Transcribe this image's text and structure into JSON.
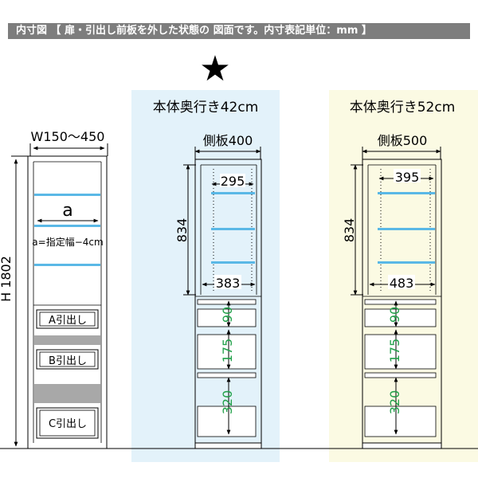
{
  "header": {
    "title": "内寸図 【 扉・引出し前板を外した状態の 図面です。内寸表記単位：mm 】"
  },
  "star": "★",
  "left": {
    "width_label": "W150～450",
    "height_label": "H 1802",
    "shelf_label": "a",
    "shelf_note": "a=指定幅−4cm",
    "drawers": [
      "A引出し",
      "B引出し",
      "C引出し"
    ]
  },
  "panel_42": {
    "title": "本体奥行き42cm",
    "side_label": "側板400",
    "shelf_depth": "295",
    "interior_depth": "383",
    "height": "834",
    "drawer_heights": [
      "90",
      "175",
      "320"
    ]
  },
  "panel_52": {
    "title": "本体奥行き52cm",
    "side_label": "側板500",
    "shelf_depth": "395",
    "interior_depth": "483",
    "height": "834",
    "drawer_heights": [
      "90",
      "175",
      "320"
    ]
  },
  "colors": {
    "header_bg": "#7d7d7d",
    "panel_42_bg": "#e3f2fa",
    "panel_52_bg": "#fbfae3",
    "drawer_dim": "#22a04a",
    "shelf": "#5ab8e6"
  }
}
